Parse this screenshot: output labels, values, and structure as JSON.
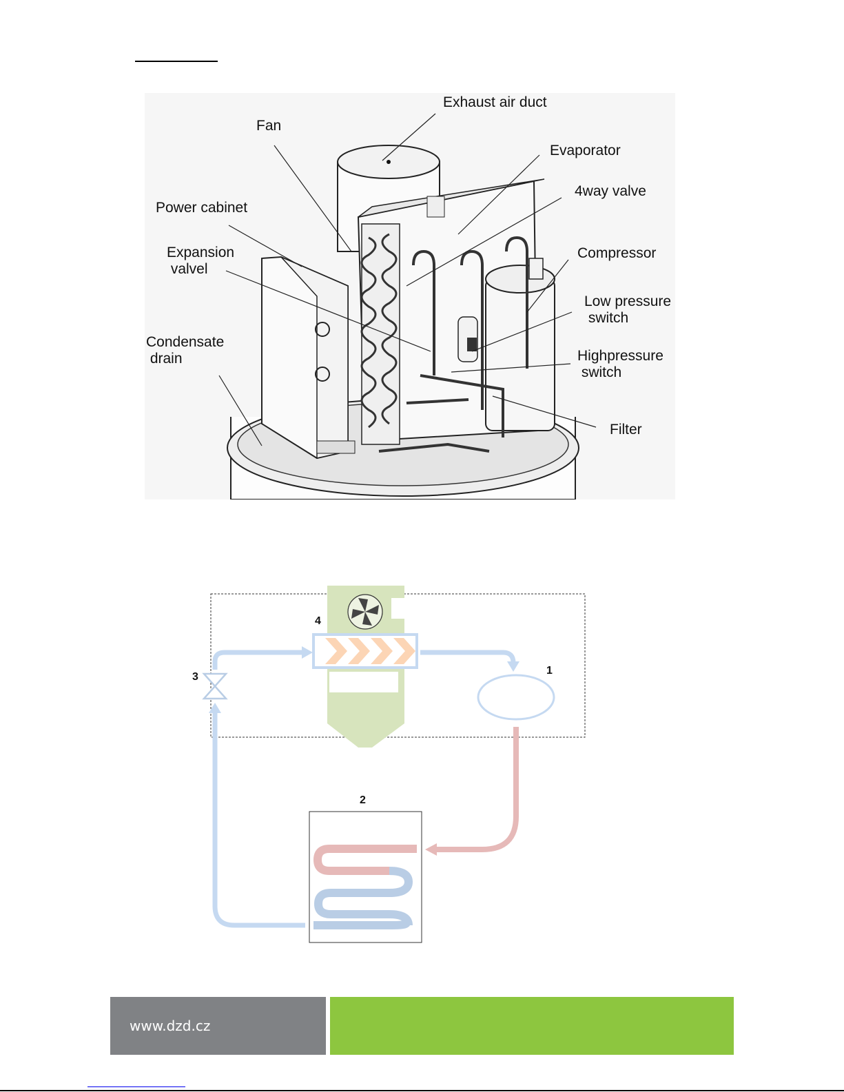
{
  "illustration": {
    "labels": [
      {
        "key": "exhaust",
        "text": "Exhaust air duct"
      },
      {
        "key": "fan",
        "text": "Fan"
      },
      {
        "key": "evaporator",
        "text": "Evaporator"
      },
      {
        "key": "fourway",
        "text": "4way valve"
      },
      {
        "key": "power",
        "text": "Power cabinet"
      },
      {
        "key": "expansion",
        "text": "Expansion\n valvel"
      },
      {
        "key": "compressor",
        "text": "Compressor"
      },
      {
        "key": "lowpressure",
        "text": "Low pressure\n switch"
      },
      {
        "key": "condensate",
        "text": "Condensate\n drain"
      },
      {
        "key": "highpressure",
        "text": "Highpressure\n switch"
      },
      {
        "key": "filter",
        "text": "Filter"
      }
    ]
  },
  "cycle_diagram": {
    "component_numbers": {
      "compressor": "1",
      "tank": "2",
      "valve": "3",
      "evaporator": "4"
    },
    "colors": {
      "cold": "#c5d9f1",
      "hot": "#e6b9b8",
      "air": "#d7e4bd",
      "warm_arrows": "#fcd5b5"
    }
  },
  "footer": {
    "url": "www.dzd.cz",
    "colors": {
      "left": "#808285",
      "right": "#8dc63f"
    }
  }
}
